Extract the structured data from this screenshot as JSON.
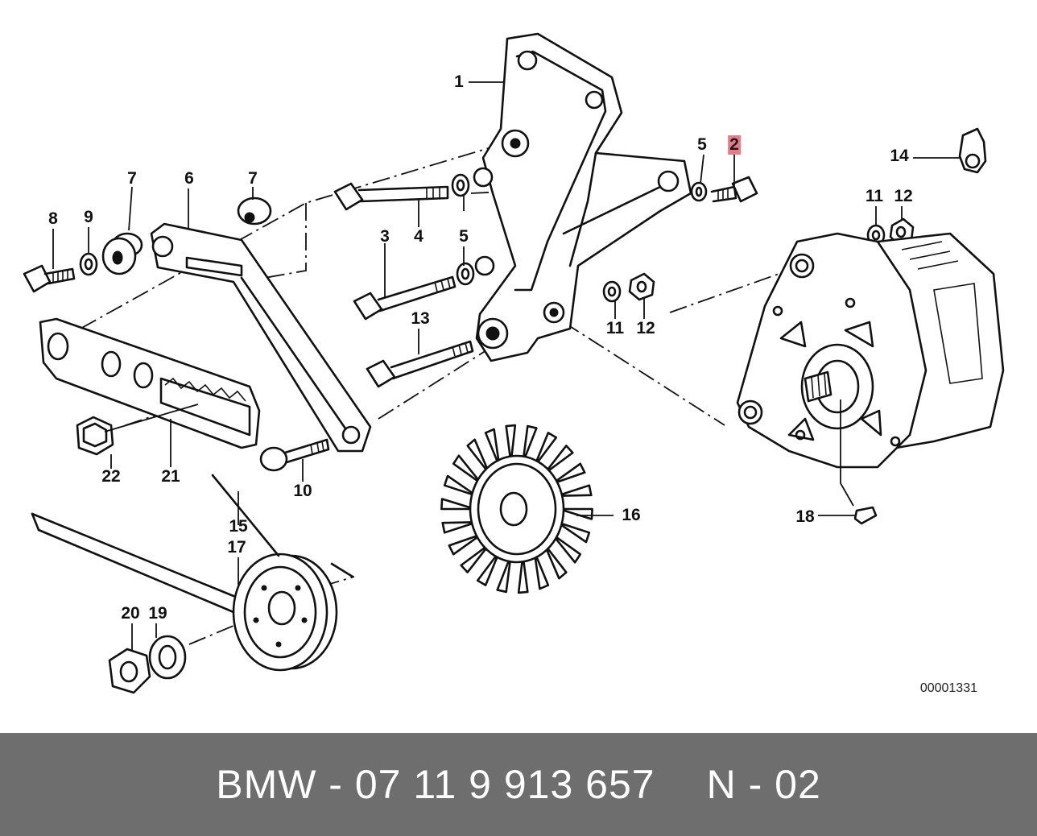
{
  "diagram": {
    "callouts": [
      {
        "id": "c1",
        "text": "1",
        "highlight": false
      },
      {
        "id": "c2",
        "text": "2",
        "highlight": true
      },
      {
        "id": "c3",
        "text": "3",
        "highlight": false
      },
      {
        "id": "c4",
        "text": "4",
        "highlight": false
      },
      {
        "id": "c5a",
        "text": "5",
        "highlight": false
      },
      {
        "id": "c5b",
        "text": "5",
        "highlight": false
      },
      {
        "id": "c6",
        "text": "6",
        "highlight": false
      },
      {
        "id": "c7a",
        "text": "7",
        "highlight": false
      },
      {
        "id": "c7b",
        "text": "7",
        "highlight": false
      },
      {
        "id": "c8",
        "text": "8",
        "highlight": false
      },
      {
        "id": "c9",
        "text": "9",
        "highlight": false
      },
      {
        "id": "c10",
        "text": "10",
        "highlight": false
      },
      {
        "id": "c11a",
        "text": "11",
        "highlight": false
      },
      {
        "id": "c11b",
        "text": "11",
        "highlight": false
      },
      {
        "id": "c12a",
        "text": "12",
        "highlight": false
      },
      {
        "id": "c12b",
        "text": "12",
        "highlight": false
      },
      {
        "id": "c13",
        "text": "13",
        "highlight": false
      },
      {
        "id": "c14",
        "text": "14",
        "highlight": false
      },
      {
        "id": "c15",
        "text": "15",
        "highlight": false
      },
      {
        "id": "c16",
        "text": "16",
        "highlight": false
      },
      {
        "id": "c17",
        "text": "17",
        "highlight": false
      },
      {
        "id": "c18",
        "text": "18",
        "highlight": false
      },
      {
        "id": "c19",
        "text": "19",
        "highlight": false
      },
      {
        "id": "c20",
        "text": "20",
        "highlight": false
      },
      {
        "id": "c21",
        "text": "21",
        "highlight": false
      },
      {
        "id": "c22",
        "text": "22",
        "highlight": false
      }
    ],
    "code": "00001331",
    "highlight_color": "#e87c86"
  },
  "footer": {
    "part_label": "BMW - 07 11 9 913 657",
    "ref_label": "N - 02",
    "background": "#6e6e6e"
  }
}
